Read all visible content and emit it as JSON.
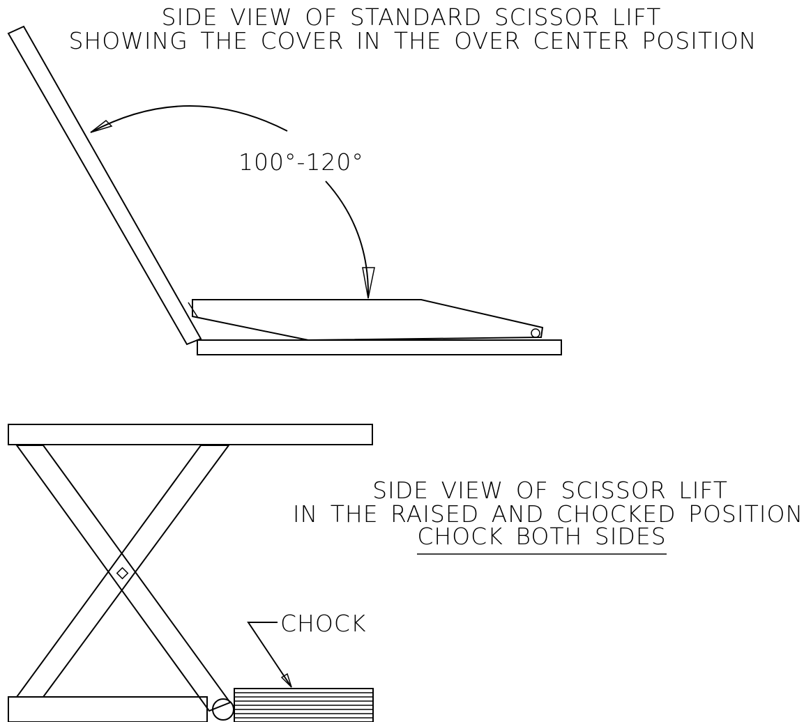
{
  "top_view": {
    "title_line1": "SIDE VIEW OF STANDARD SCISSOR LIFT",
    "title_line2": "SHOWING THE COVER IN THE OVER CENTER POSITION",
    "angle_label": "100°-120°"
  },
  "bottom_view": {
    "title_line1": "SIDE VIEW OF SCISSOR LIFT",
    "title_line2": "IN THE RAISED AND CHOCKED POSITION",
    "title_line3": "CHOCK BOTH SIDES",
    "chock_label": "CHOCK"
  }
}
